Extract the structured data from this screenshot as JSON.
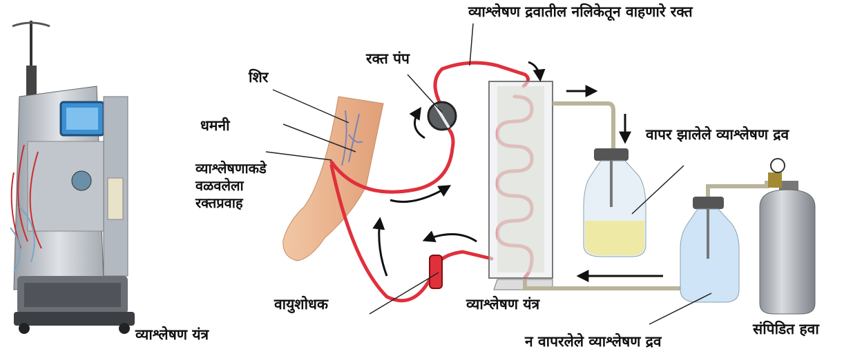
{
  "labels": {
    "tube_blood": "व्याश्लेषण द्रवातील नलिकेतून वाहणारे रक्त",
    "blood_pump": "रक्त पंप",
    "vein": "शिर",
    "artery": "धमनी",
    "diverted_line1": "व्याश्लेषणाकडे",
    "diverted_line2": "वळवलेला",
    "diverted_line3": "रक्तप्रवाह",
    "used_fluid": "वापर झालेले व्याश्लेषण द्रव",
    "air_filter": "वायुशोधक",
    "dialyzer_center": "व्याश्लेषण यंत्र",
    "dialysis_machine": "व्याश्लेषण यंत्र",
    "unused_fluid": "न वापरलेले व्याश्लेषण द्रव",
    "compressed_air": "संपिडित हवा"
  },
  "colors": {
    "blood": "#e0303c",
    "arrow": "#111111",
    "glass": "#dbe9f2",
    "used_fluid": "#efe9a6",
    "unused_fluid": "#cfe4f7",
    "cylinder": "#b8bcc2",
    "machine_body": "#c9ced4"
  }
}
